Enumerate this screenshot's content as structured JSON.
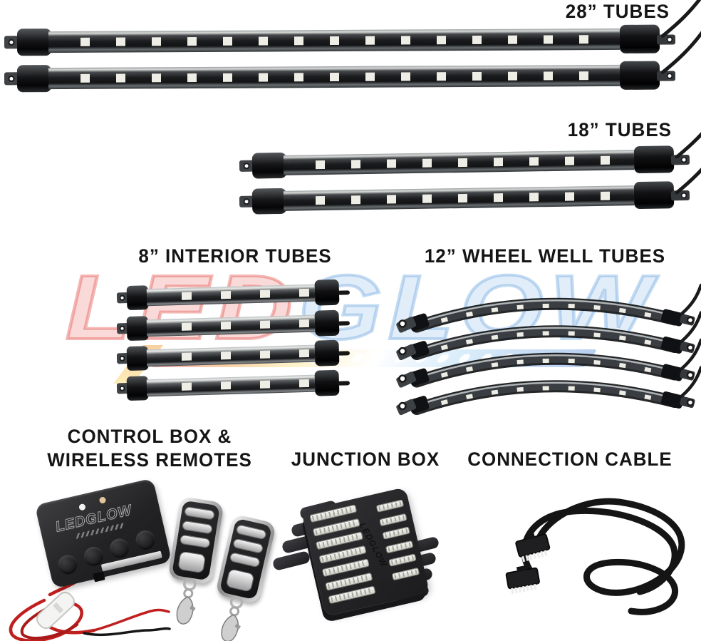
{
  "kit": {
    "sections": {
      "tubes_28": {
        "label": "28” TUBES",
        "count": 2
      },
      "tubes_18": {
        "label": "18” TUBES",
        "count": 2
      },
      "interior_tubes": {
        "label": "8” INTERIOR TUBES",
        "count": 4
      },
      "wheel_well_tubes": {
        "label": "12” WHEEL WELL TUBES",
        "count": 4
      },
      "control": {
        "label_line1": "CONTROL BOX &",
        "label_line2": "WIRELESS REMOTES",
        "remote_count": 2
      },
      "junction": {
        "label": "JUNCTION BOX"
      },
      "cable": {
        "label": "CONNECTION CABLE"
      }
    },
    "watermark": {
      "led": "LED",
      "glow": "GLOW",
      "led_color": "#e04438",
      "glow_color": "#5c9cda"
    },
    "branding": {
      "control_box_logo": "LEDGLOW",
      "junction_box_logo": "LEDGLOW"
    },
    "colors": {
      "background": "#ffffff",
      "label_text": "#151515",
      "tube_body": "#2e3133",
      "led": "#efeee6",
      "wire_black": "#191919",
      "power_wire_red": "#bf1f1e",
      "fuse_holder": "#f4f4f2",
      "chrome": "#d6d6d6"
    }
  }
}
